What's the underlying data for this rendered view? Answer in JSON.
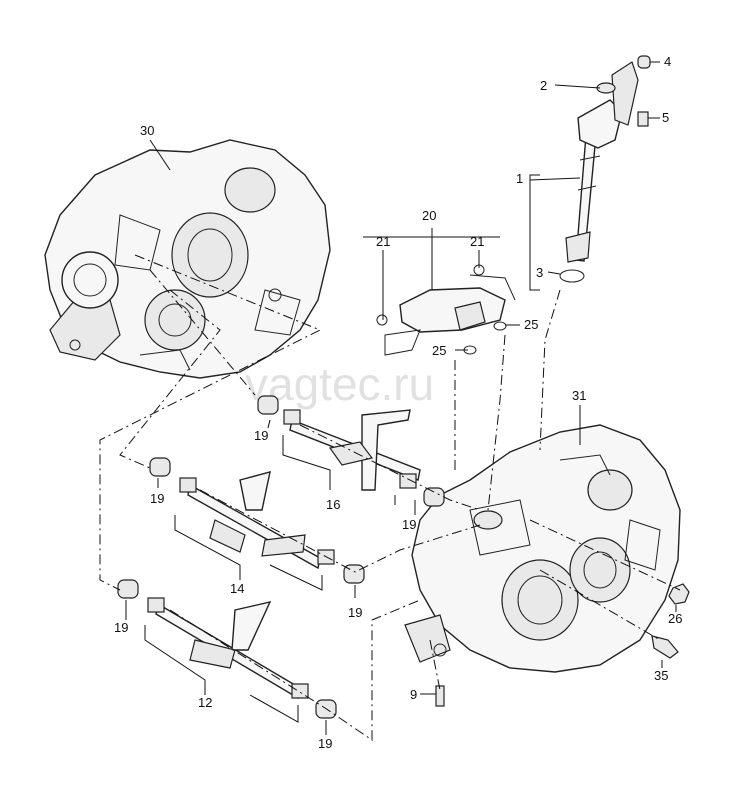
{
  "watermark": "vagtec.ru",
  "callouts": {
    "c1": "1",
    "c2": "2",
    "c3": "3",
    "c4": "4",
    "c5": "5",
    "c9": "9",
    "c12": "12",
    "c14": "14",
    "c16": "16",
    "c19a": "19",
    "c19b": "19",
    "c19c": "19",
    "c19d": "19",
    "c19e": "19",
    "c19f": "19",
    "c20": "20",
    "c21a": "21",
    "c21b": "21",
    "c25a": "25",
    "c25b": "25",
    "c26": "26",
    "c30": "30",
    "c31": "31",
    "c35": "35"
  }
}
